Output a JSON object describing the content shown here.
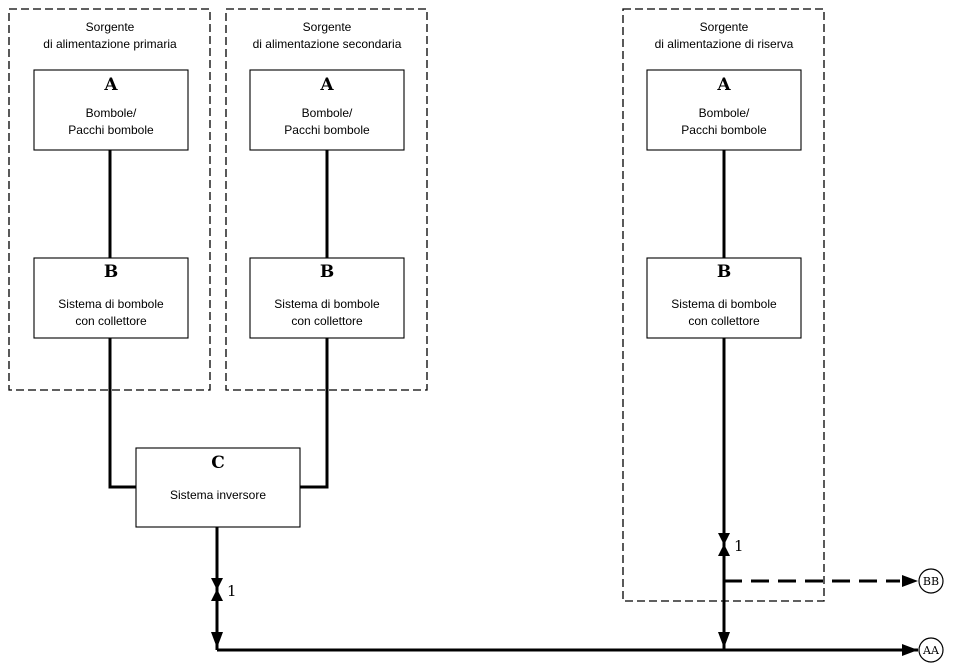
{
  "sources": [
    {
      "title_line1": "Sorgente",
      "title_line2": "di alimentazione primaria",
      "box_a": {
        "letter": "A",
        "line1": "Bombole/",
        "line2": "Pacchi bombole"
      },
      "box_b": {
        "letter": "B",
        "line1": "Sistema di bombole",
        "line2": "con collettore"
      }
    },
    {
      "title_line1": "Sorgente",
      "title_line2": "di alimentazione secondaria",
      "box_a": {
        "letter": "A",
        "line1": "Bombole/",
        "line2": "Pacchi bombole"
      },
      "box_b": {
        "letter": "B",
        "line1": "Sistema di bombole",
        "line2": "con collettore"
      }
    },
    {
      "title_line1": "Sorgente",
      "title_line2": "di alimentazione di riserva",
      "box_a": {
        "letter": "A",
        "line1": "Bombole/",
        "line2": "Pacchi bombole"
      },
      "box_b": {
        "letter": "B",
        "line1": "Sistema di bombole",
        "line2": "con collettore"
      }
    }
  ],
  "box_c": {
    "letter": "C",
    "label": "Sistema inversore"
  },
  "valve_labels": [
    "1",
    "1"
  ],
  "outlets": {
    "aa": "AA",
    "bb": "BB"
  }
}
